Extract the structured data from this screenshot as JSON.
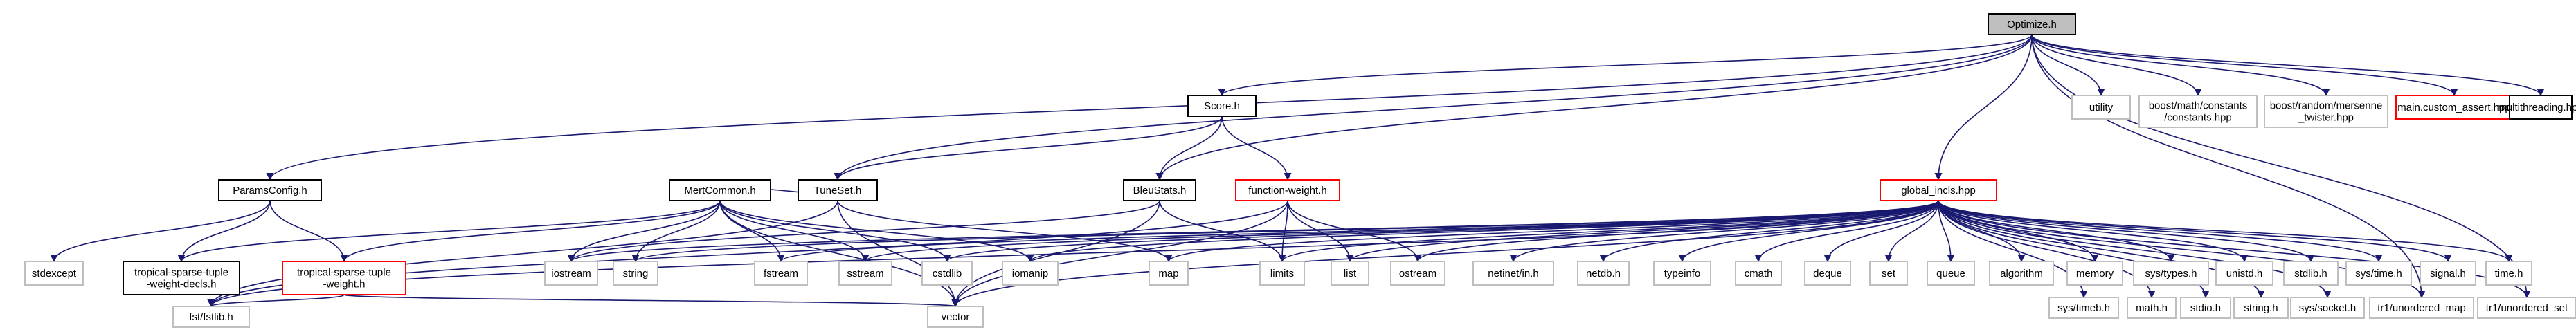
{
  "diagram": {
    "colors": {
      "edge": "#191970",
      "root_fill": "#bfbfbf",
      "border_normal": "#000000",
      "border_missing": "#bfbfbf",
      "border_truncated": "#ff0000",
      "text": "#000000"
    },
    "nodes": [
      {
        "id": "optimize_h",
        "label": "Optimize.h",
        "kind": "root"
      },
      {
        "id": "score_h",
        "label": "Score.h",
        "kind": "normal"
      },
      {
        "id": "utility",
        "label": "utility",
        "kind": "missing"
      },
      {
        "id": "boost_math_constants",
        "label": "boost/math/constants\n/constants.hpp",
        "kind": "missing"
      },
      {
        "id": "boost_random_mersenne",
        "label": "boost/random/mersenne\n_twister.hpp",
        "kind": "missing"
      },
      {
        "id": "main_custom_assert",
        "label": "main.custom_assert.hpp",
        "kind": "truncated"
      },
      {
        "id": "multithreading_hpp",
        "label": "multithreading.hpp",
        "kind": "normal"
      },
      {
        "id": "tuneset_h",
        "label": "TuneSet.h",
        "kind": "normal"
      },
      {
        "id": "paramsconfig_h",
        "label": "ParamsConfig.h",
        "kind": "normal"
      },
      {
        "id": "mertcommon_h",
        "label": "MertCommon.h",
        "kind": "normal"
      },
      {
        "id": "bleustats_h",
        "label": "BleuStats.h",
        "kind": "normal"
      },
      {
        "id": "function_weight_h",
        "label": "function-weight.h",
        "kind": "truncated"
      },
      {
        "id": "global_incls_hpp",
        "label": "global_incls.hpp",
        "kind": "truncated"
      },
      {
        "id": "stdexcept",
        "label": "stdexcept",
        "kind": "missing"
      },
      {
        "id": "tsw_decls_h",
        "label": "tropical-sparse-tuple\n-weight-decls.h",
        "kind": "normal"
      },
      {
        "id": "tsw_h",
        "label": "tropical-sparse-tuple\n-weight.h",
        "kind": "truncated"
      },
      {
        "id": "iostream",
        "label": "iostream",
        "kind": "missing"
      },
      {
        "id": "string",
        "label": "string",
        "kind": "missing"
      },
      {
        "id": "fstream",
        "label": "fstream",
        "kind": "missing"
      },
      {
        "id": "sstream",
        "label": "sstream",
        "kind": "missing"
      },
      {
        "id": "cstdlib",
        "label": "cstdlib",
        "kind": "missing"
      },
      {
        "id": "iomanip",
        "label": "iomanip",
        "kind": "missing"
      },
      {
        "id": "map",
        "label": "map",
        "kind": "missing"
      },
      {
        "id": "limits",
        "label": "limits",
        "kind": "missing"
      },
      {
        "id": "list",
        "label": "list",
        "kind": "missing"
      },
      {
        "id": "ostream",
        "label": "ostream",
        "kind": "missing"
      },
      {
        "id": "netinet_in_h",
        "label": "netinet/in.h",
        "kind": "missing"
      },
      {
        "id": "netdb_h",
        "label": "netdb.h",
        "kind": "missing"
      },
      {
        "id": "typeinfo",
        "label": "typeinfo",
        "kind": "missing"
      },
      {
        "id": "cmath",
        "label": "cmath",
        "kind": "missing"
      },
      {
        "id": "deque",
        "label": "deque",
        "kind": "missing"
      },
      {
        "id": "set",
        "label": "set",
        "kind": "missing"
      },
      {
        "id": "queue",
        "label": "queue",
        "kind": "missing"
      },
      {
        "id": "algorithm",
        "label": "algorithm",
        "kind": "missing"
      },
      {
        "id": "memory",
        "label": "memory",
        "kind": "missing"
      },
      {
        "id": "sys_types_h",
        "label": "sys/types.h",
        "kind": "missing"
      },
      {
        "id": "unistd_h",
        "label": "unistd.h",
        "kind": "missing"
      },
      {
        "id": "stdlib_h",
        "label": "stdlib.h",
        "kind": "missing"
      },
      {
        "id": "sys_time_h",
        "label": "sys/time.h",
        "kind": "missing"
      },
      {
        "id": "signal_h",
        "label": "signal.h",
        "kind": "missing"
      },
      {
        "id": "time_h",
        "label": "time.h",
        "kind": "missing"
      },
      {
        "id": "sys_timeb_h",
        "label": "sys/timeb.h",
        "kind": "missing"
      },
      {
        "id": "math_h",
        "label": "math.h",
        "kind": "missing"
      },
      {
        "id": "stdio_h",
        "label": "stdio.h",
        "kind": "missing"
      },
      {
        "id": "string_h",
        "label": "string.h",
        "kind": "missing"
      },
      {
        "id": "sys_socket_h",
        "label": "sys/socket.h",
        "kind": "missing"
      },
      {
        "id": "tr1_unordered_map",
        "label": "tr1/unordered_map",
        "kind": "missing"
      },
      {
        "id": "tr1_unordered_set",
        "label": "tr1/unordered_set",
        "kind": "missing"
      },
      {
        "id": "fst_fstlib_h",
        "label": "fst/fstlib.h",
        "kind": "missing"
      },
      {
        "id": "vector",
        "label": "vector",
        "kind": "missing"
      }
    ],
    "edges": [
      [
        "optimize_h",
        "score_h"
      ],
      [
        "optimize_h",
        "utility"
      ],
      [
        "optimize_h",
        "boost_math_constants"
      ],
      [
        "optimize_h",
        "boost_random_mersenne"
      ],
      [
        "optimize_h",
        "main_custom_assert"
      ],
      [
        "optimize_h",
        "multithreading_hpp"
      ],
      [
        "optimize_h",
        "tuneset_h"
      ],
      [
        "optimize_h",
        "paramsconfig_h"
      ],
      [
        "optimize_h",
        "bleustats_h"
      ],
      [
        "optimize_h",
        "global_incls_hpp"
      ],
      [
        "optimize_h",
        "tr1_unordered_map"
      ],
      [
        "optimize_h",
        "tr1_unordered_set"
      ],
      [
        "score_h",
        "tuneset_h"
      ],
      [
        "score_h",
        "bleustats_h"
      ],
      [
        "score_h",
        "function_weight_h"
      ],
      [
        "tuneset_h",
        "mertcommon_h"
      ],
      [
        "tuneset_h",
        "map"
      ],
      [
        "tuneset_h",
        "vector"
      ],
      [
        "tuneset_h",
        "fst_fstlib_h"
      ],
      [
        "paramsconfig_h",
        "stdexcept"
      ],
      [
        "paramsconfig_h",
        "tsw_decls_h"
      ],
      [
        "paramsconfig_h",
        "tsw_h"
      ],
      [
        "mertcommon_h",
        "tsw_decls_h"
      ],
      [
        "mertcommon_h",
        "tsw_h"
      ],
      [
        "mertcommon_h",
        "iostream"
      ],
      [
        "mertcommon_h",
        "string"
      ],
      [
        "mertcommon_h",
        "fstream"
      ],
      [
        "mertcommon_h",
        "sstream"
      ],
      [
        "mertcommon_h",
        "cstdlib"
      ],
      [
        "mertcommon_h",
        "iomanip"
      ],
      [
        "mertcommon_h",
        "vector"
      ],
      [
        "bleustats_h",
        "iostream"
      ],
      [
        "bleustats_h",
        "limits"
      ],
      [
        "bleustats_h",
        "vector"
      ],
      [
        "function_weight_h",
        "limits"
      ],
      [
        "function_weight_h",
        "list"
      ],
      [
        "function_weight_h",
        "ostream"
      ],
      [
        "function_weight_h",
        "vector"
      ],
      [
        "function_weight_h",
        "fst_fstlib_h"
      ],
      [
        "tsw_h",
        "fst_fstlib_h"
      ],
      [
        "tsw_h",
        "vector"
      ],
      [
        "global_incls_hpp",
        "iostream"
      ],
      [
        "global_incls_hpp",
        "string"
      ],
      [
        "global_incls_hpp",
        "fstream"
      ],
      [
        "global_incls_hpp",
        "sstream"
      ],
      [
        "global_incls_hpp",
        "cstdlib"
      ],
      [
        "global_incls_hpp",
        "iomanip"
      ],
      [
        "global_incls_hpp",
        "map"
      ],
      [
        "global_incls_hpp",
        "limits"
      ],
      [
        "global_incls_hpp",
        "list"
      ],
      [
        "global_incls_hpp",
        "ostream"
      ],
      [
        "global_incls_hpp",
        "netinet_in_h"
      ],
      [
        "global_incls_hpp",
        "netdb_h"
      ],
      [
        "global_incls_hpp",
        "typeinfo"
      ],
      [
        "global_incls_hpp",
        "cmath"
      ],
      [
        "global_incls_hpp",
        "deque"
      ],
      [
        "global_incls_hpp",
        "set"
      ],
      [
        "global_incls_hpp",
        "queue"
      ],
      [
        "global_incls_hpp",
        "algorithm"
      ],
      [
        "global_incls_hpp",
        "memory"
      ],
      [
        "global_incls_hpp",
        "sys_types_h"
      ],
      [
        "global_incls_hpp",
        "unistd_h"
      ],
      [
        "global_incls_hpp",
        "stdlib_h"
      ],
      [
        "global_incls_hpp",
        "sys_time_h"
      ],
      [
        "global_incls_hpp",
        "signal_h"
      ],
      [
        "global_incls_hpp",
        "time_h"
      ],
      [
        "global_incls_hpp",
        "sys_timeb_h"
      ],
      [
        "global_incls_hpp",
        "math_h"
      ],
      [
        "global_incls_hpp",
        "stdio_h"
      ],
      [
        "global_incls_hpp",
        "string_h"
      ],
      [
        "global_incls_hpp",
        "sys_socket_h"
      ],
      [
        "global_incls_hpp",
        "tr1_unordered_map"
      ],
      [
        "global_incls_hpp",
        "tr1_unordered_set"
      ],
      [
        "global_incls_hpp",
        "vector"
      ],
      [
        "global_incls_hpp",
        "fst_fstlib_h"
      ]
    ]
  }
}
